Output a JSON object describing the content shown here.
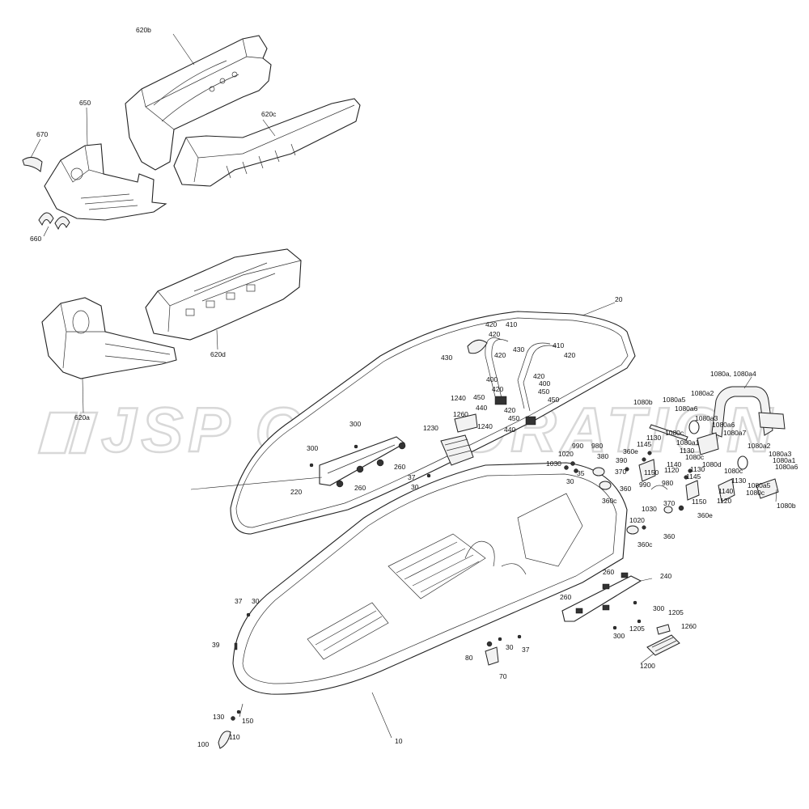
{
  "watermark": "JSP CORPORATION",
  "labels": [
    {
      "id": "620b",
      "text": "620b"
    },
    {
      "id": "650",
      "text": "650"
    },
    {
      "id": "620c",
      "text": "620c"
    },
    {
      "id": "670",
      "text": "670"
    },
    {
      "id": "660",
      "text": "660"
    },
    {
      "id": "620a",
      "text": "620a"
    },
    {
      "id": "620d",
      "text": "620d"
    },
    {
      "id": "20",
      "text": "20"
    },
    {
      "id": "410a",
      "text": "410"
    },
    {
      "id": "420a",
      "text": "420"
    },
    {
      "id": "420b",
      "text": "420"
    },
    {
      "id": "430a",
      "text": "430"
    },
    {
      "id": "430b",
      "text": "430"
    },
    {
      "id": "410b",
      "text": "410"
    },
    {
      "id": "420c",
      "text": "420"
    },
    {
      "id": "420d",
      "text": "420"
    },
    {
      "id": "420e",
      "text": "420"
    },
    {
      "id": "400a",
      "text": "400"
    },
    {
      "id": "400b",
      "text": "400"
    },
    {
      "id": "420f",
      "text": "420"
    },
    {
      "id": "450a",
      "text": "450"
    },
    {
      "id": "1240a",
      "text": "1240"
    },
    {
      "id": "450b",
      "text": "450"
    },
    {
      "id": "440a",
      "text": "440"
    },
    {
      "id": "450c",
      "text": "450"
    },
    {
      "id": "420g",
      "text": "420"
    },
    {
      "id": "450d",
      "text": "450"
    },
    {
      "id": "1260a",
      "text": "1260"
    },
    {
      "id": "1240b",
      "text": "1240"
    },
    {
      "id": "440b",
      "text": "440"
    },
    {
      "id": "1230",
      "text": "1230"
    },
    {
      "id": "300a",
      "text": "300"
    },
    {
      "id": "300b",
      "text": "300"
    },
    {
      "id": "260a",
      "text": "260"
    },
    {
      "id": "37a",
      "text": "37"
    },
    {
      "id": "30a",
      "text": "30"
    },
    {
      "id": "220",
      "text": "220"
    },
    {
      "id": "260b",
      "text": "260"
    },
    {
      "id": "1080aa4",
      "text": "1080a, 1080a4"
    },
    {
      "id": "1080b1",
      "text": "1080b"
    },
    {
      "id": "1080a5a",
      "text": "1080a5"
    },
    {
      "id": "1080a6a",
      "text": "1080a6"
    },
    {
      "id": "1080a2a",
      "text": "1080a2"
    },
    {
      "id": "1080a3a",
      "text": "1080a3"
    },
    {
      "id": "1080a6b",
      "text": "1080a6"
    },
    {
      "id": "1080cA",
      "text": "1080c"
    },
    {
      "id": "1080a1a",
      "text": "1080a1"
    },
    {
      "id": "1080a7",
      "text": "1080a7"
    },
    {
      "id": "1080cB",
      "text": "1080c"
    },
    {
      "id": "1080d",
      "text": "1080d"
    },
    {
      "id": "1080cC",
      "text": "1080c"
    },
    {
      "id": "1080a2b",
      "text": "1080a2"
    },
    {
      "id": "1080a3b",
      "text": "1080a3"
    },
    {
      "id": "1080a1b",
      "text": "1080a1"
    },
    {
      "id": "1080a6c",
      "text": "1080a6"
    },
    {
      "id": "1080a5b",
      "text": "1080a5"
    },
    {
      "id": "1080cD",
      "text": "1080c"
    },
    {
      "id": "1080b2",
      "text": "1080b"
    },
    {
      "id": "1130a",
      "text": "1130"
    },
    {
      "id": "1145a",
      "text": "1145"
    },
    {
      "id": "1140a",
      "text": "1140"
    },
    {
      "id": "1130b",
      "text": "1130"
    },
    {
      "id": "1150a",
      "text": "1150"
    },
    {
      "id": "1120a",
      "text": "1120"
    },
    {
      "id": "1130c",
      "text": "1130"
    },
    {
      "id": "1145b",
      "text": "1145"
    },
    {
      "id": "1130d",
      "text": "1130"
    },
    {
      "id": "1140b",
      "text": "1140"
    },
    {
      "id": "1150b",
      "text": "1150"
    },
    {
      "id": "1120b",
      "text": "1120"
    },
    {
      "id": "990a",
      "text": "990"
    },
    {
      "id": "980a",
      "text": "980"
    },
    {
      "id": "1020a",
      "text": "1020"
    },
    {
      "id": "1030a",
      "text": "1030"
    },
    {
      "id": "360ea",
      "text": "360e"
    },
    {
      "id": "380",
      "text": "380"
    },
    {
      "id": "390",
      "text": "390"
    },
    {
      "id": "370a",
      "text": "370"
    },
    {
      "id": "35",
      "text": "35"
    },
    {
      "id": "30b",
      "text": "30"
    },
    {
      "id": "360a",
      "text": "360"
    },
    {
      "id": "360ca",
      "text": "360c"
    },
    {
      "id": "990b",
      "text": "990"
    },
    {
      "id": "980b",
      "text": "980"
    },
    {
      "id": "1030b",
      "text": "1030"
    },
    {
      "id": "1020b",
      "text": "1020"
    },
    {
      "id": "370b",
      "text": "370"
    },
    {
      "id": "360eb",
      "text": "360e"
    },
    {
      "id": "360b",
      "text": "360"
    },
    {
      "id": "360cb",
      "text": "360c"
    },
    {
      "id": "260c",
      "text": "260"
    },
    {
      "id": "240",
      "text": "240"
    },
    {
      "id": "260d",
      "text": "260"
    },
    {
      "id": "300c",
      "text": "300"
    },
    {
      "id": "1205a",
      "text": "1205"
    },
    {
      "id": "1205b",
      "text": "1205"
    },
    {
      "id": "300d",
      "text": "300"
    },
    {
      "id": "1260b",
      "text": "1260"
    },
    {
      "id": "1200",
      "text": "1200"
    },
    {
      "id": "37b",
      "text": "37"
    },
    {
      "id": "30c",
      "text": "30"
    },
    {
      "id": "39",
      "text": "39"
    },
    {
      "id": "80",
      "text": "80"
    },
    {
      "id": "30d",
      "text": "30"
    },
    {
      "id": "37c",
      "text": "37"
    },
    {
      "id": "70",
      "text": "70"
    },
    {
      "id": "130",
      "text": "130"
    },
    {
      "id": "150",
      "text": "150"
    },
    {
      "id": "100",
      "text": "100"
    },
    {
      "id": "110",
      "text": "110"
    },
    {
      "id": "10",
      "text": "10"
    }
  ]
}
